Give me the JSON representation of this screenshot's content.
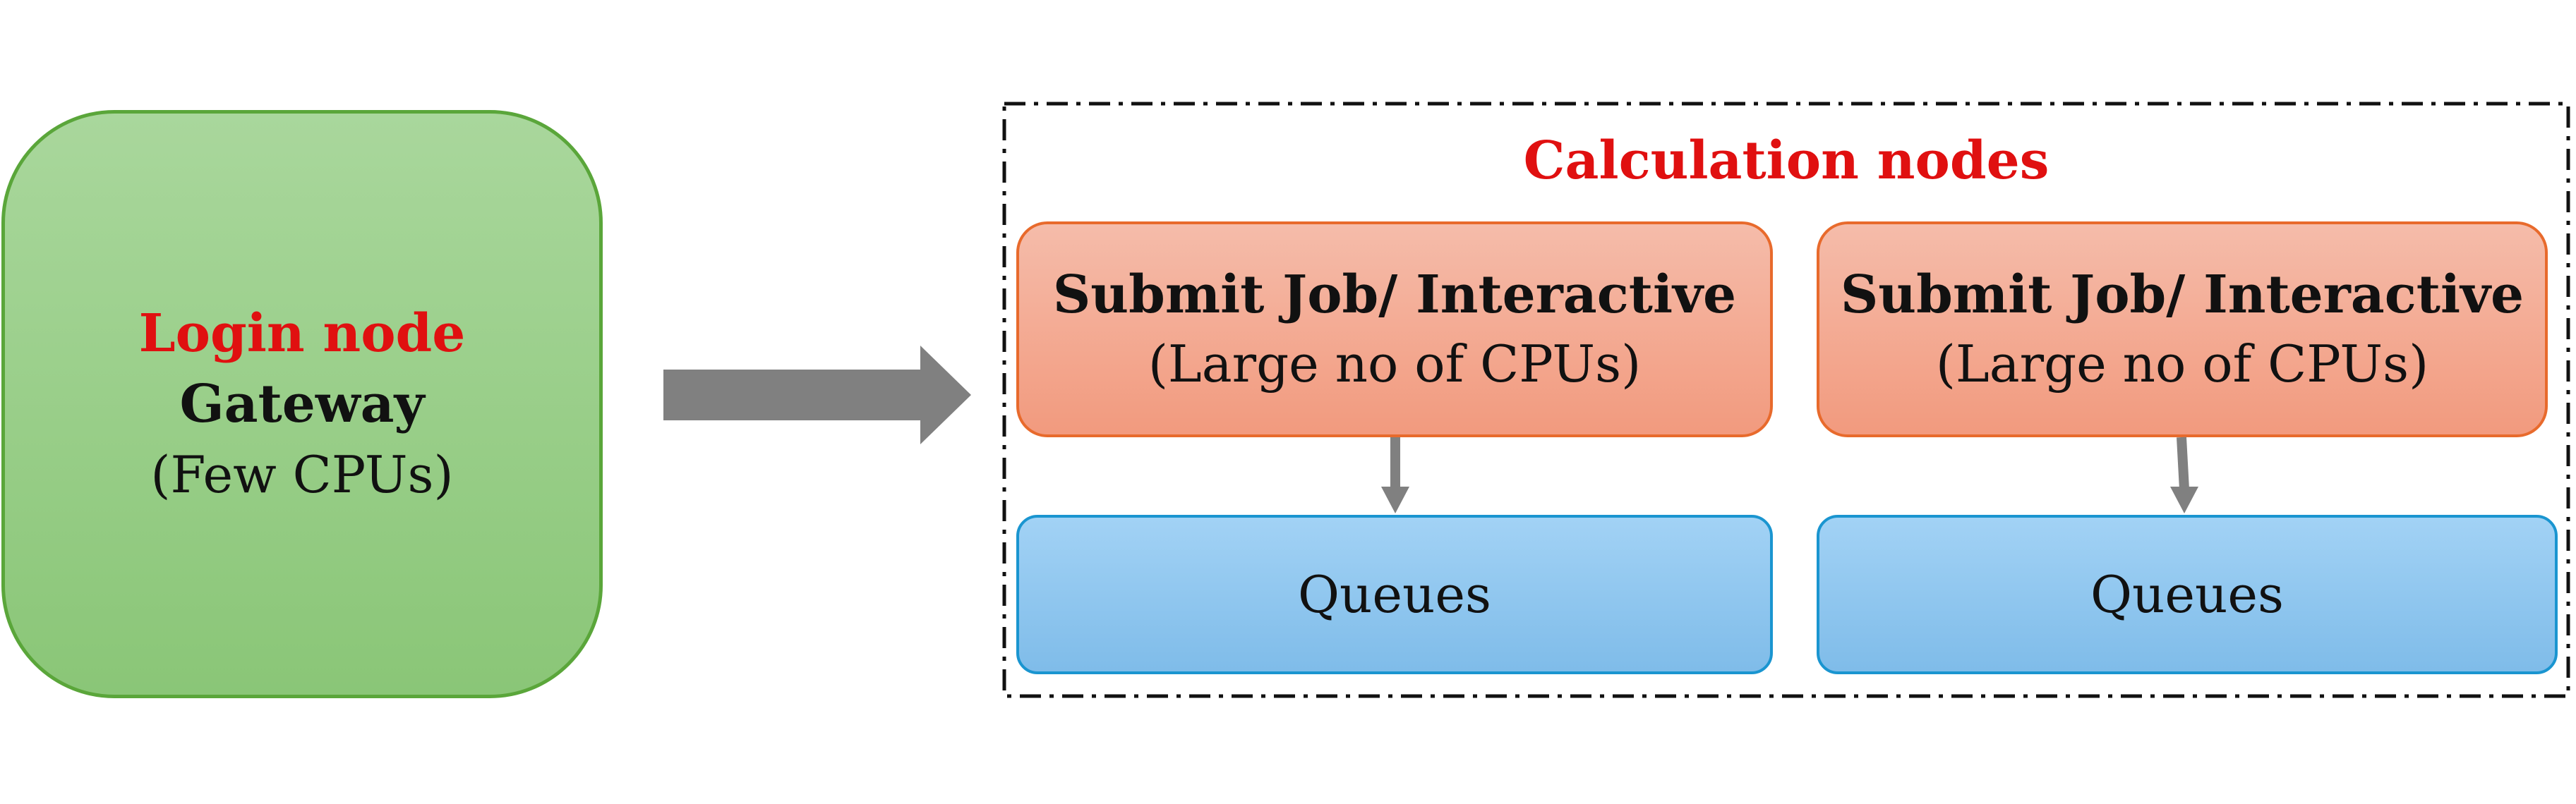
{
  "login_node": {
    "title": "Login node",
    "subtitle": "Gateway",
    "note": "(Few CPUs)"
  },
  "cluster": {
    "title": "Calculation nodes"
  },
  "submit_boxes": [
    {
      "title": "Submit Job/ Interactive",
      "note": "(Large no of CPUs)"
    },
    {
      "title": "Submit Job/ Interactive",
      "note": "(Large no of CPUs)"
    }
  ],
  "queues": [
    {
      "label": "Queues"
    },
    {
      "label": "Queues"
    }
  ],
  "colors": {
    "login_fill": "#8ac677",
    "login_border": "#5aa63a",
    "highlight_text": "#e01010",
    "submit_fill": "#f29a7e",
    "submit_border": "#e86a2c",
    "queue_fill": "#7fbce9",
    "queue_border": "#1a95d0",
    "arrow": "#808080"
  }
}
